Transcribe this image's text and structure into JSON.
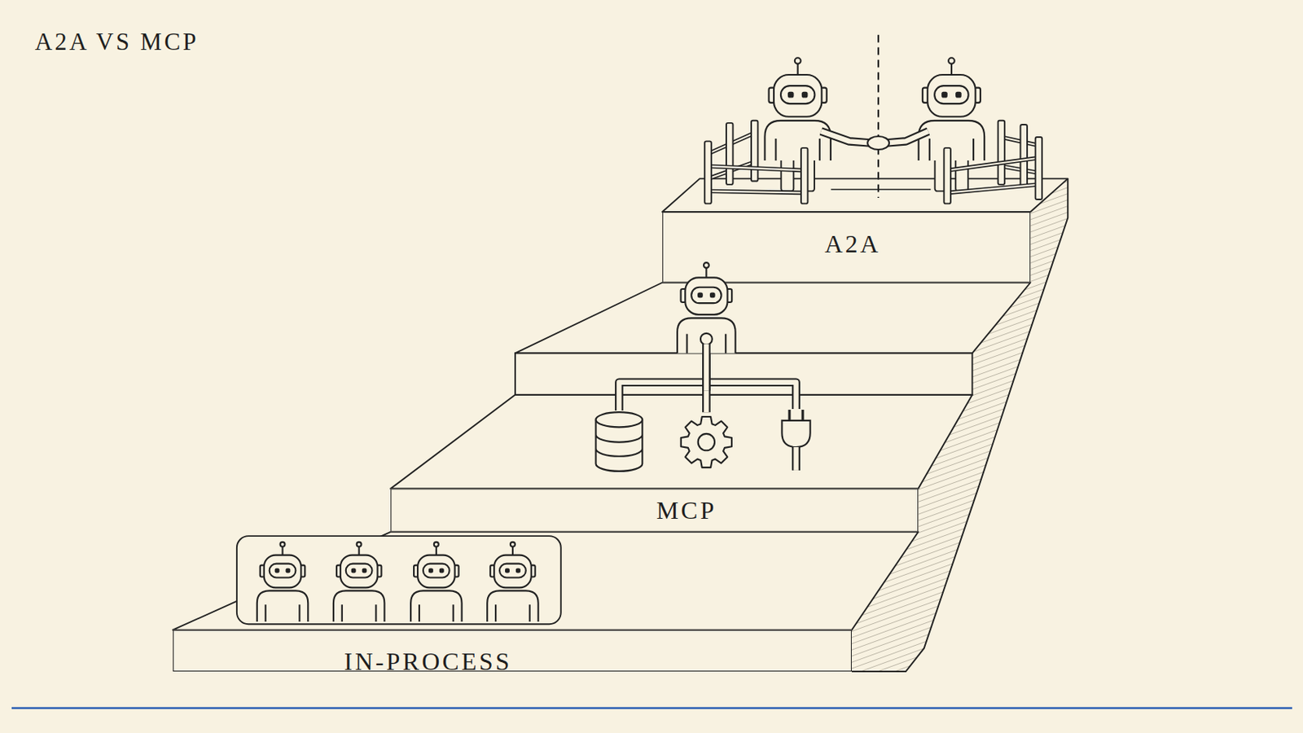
{
  "diagram": {
    "title": "A2A VS MCP",
    "nodes": [
      {
        "text": [
          "A2A"
        ]
      },
      {
        "text": [
          "MCP"
        ]
      },
      {
        "text": [
          "IN-PROCESS"
        ]
      }
    ]
  }
}
